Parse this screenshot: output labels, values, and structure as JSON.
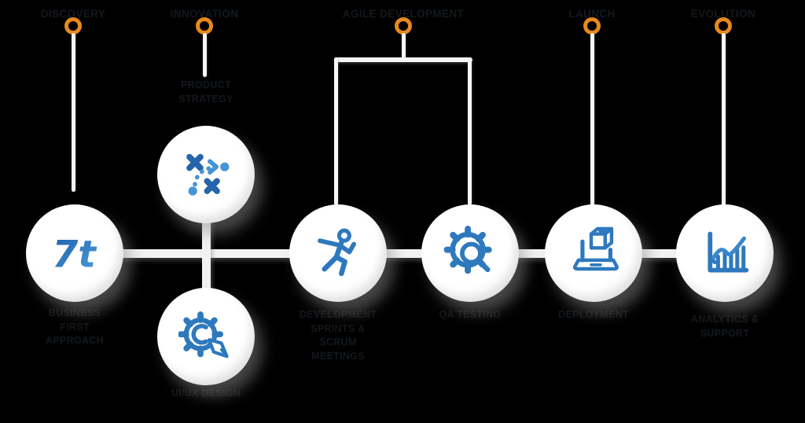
{
  "title": "Software Development Process Timeline",
  "colors": {
    "accent_orange": "#E8891C",
    "icon_blue": "#2E79BD",
    "icon_blue_light": "#4694D6",
    "line_white": "#F4F4F4",
    "label_dark": "#14181C"
  },
  "milestones": [
    {
      "label": "DISCOVERY"
    },
    {
      "label": "INNOVATION"
    },
    {
      "label": "AGILE DEVELOPMENT"
    },
    {
      "label": "LAUNCH"
    },
    {
      "label": "EVOLUTION"
    }
  ],
  "steps": [
    {
      "icon": "7t-logo-icon",
      "label": "BUSINESS\nFIRST\nAPPROACH"
    },
    {
      "icon": "strategy-icon",
      "label": "PRODUCT\nSTRATEGY"
    },
    {
      "icon": "gear-pencil-icon",
      "label": "UI/UX DESIGN"
    },
    {
      "icon": "runner-icon",
      "label": "DEVELOPMENT\nSPRINTS &\nSCRUM\nMEETINGS"
    },
    {
      "icon": "gear-magnifier-icon",
      "label": "QA TESTING"
    },
    {
      "icon": "laptop-cube-icon",
      "label": "DEPLOYMENT"
    },
    {
      "icon": "analytics-icon",
      "label": "ANALYTICS &\nSUPPORT"
    }
  ],
  "logo_text": "7t"
}
